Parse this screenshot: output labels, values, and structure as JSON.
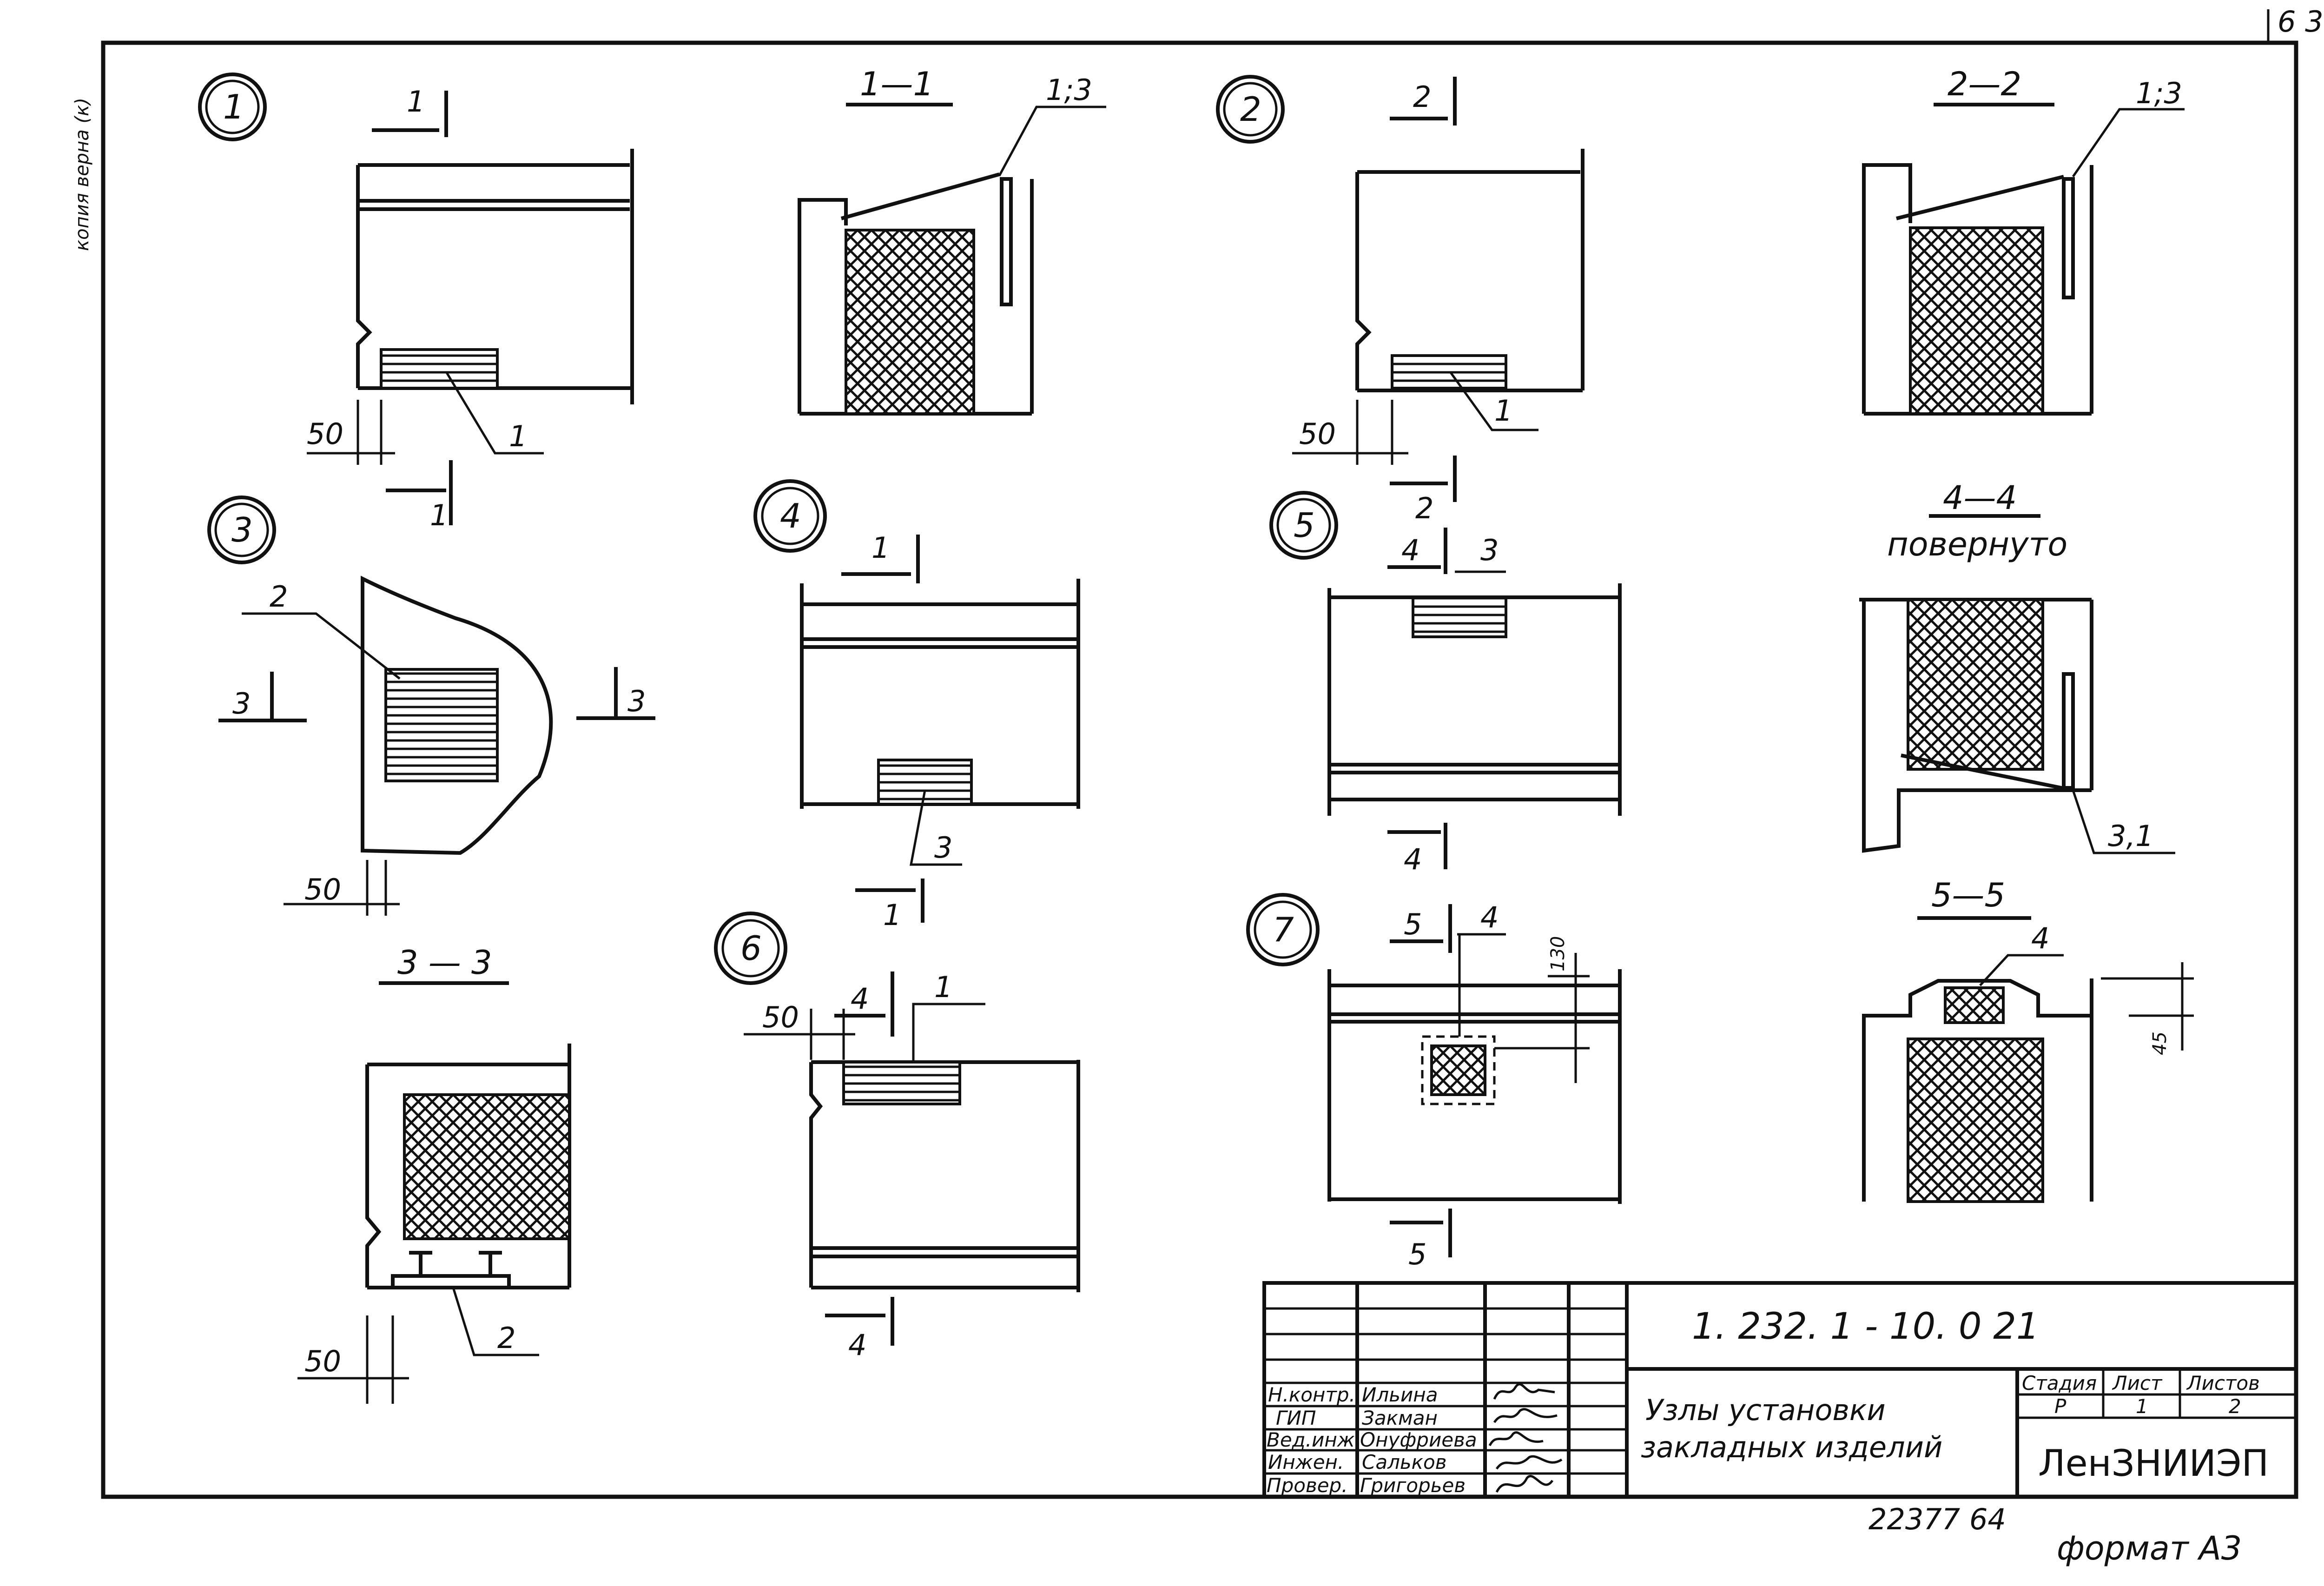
{
  "page": {
    "sheet_corner_number": "6 3",
    "margin_note": "копия верна (к)"
  },
  "details": [
    {
      "id": "1",
      "cut": "1",
      "dim": "50",
      "pos": "1"
    },
    {
      "id": "2",
      "cut": "2",
      "dim": "50",
      "pos": "1"
    },
    {
      "id": "3",
      "cut": "3",
      "dim": "50",
      "pos": "2"
    },
    {
      "id": "4",
      "cut": "1",
      "pos": "3"
    },
    {
      "id": "5",
      "cut": "4",
      "pos": "3"
    },
    {
      "id": "6",
      "cut": "4",
      "dim": "50",
      "pos": "1"
    },
    {
      "id": "7",
      "cut": "5",
      "pos": "4",
      "dim_vertical": "130"
    }
  ],
  "sections": [
    {
      "title": "1—1",
      "ref": "1;3"
    },
    {
      "title": "2—2",
      "ref": "1;3"
    },
    {
      "title": "3 — 3",
      "ref": "2",
      "dim": "50"
    },
    {
      "title": "4—4",
      "subtitle": "повернуто",
      "ref": "3,1"
    },
    {
      "title": "5—5",
      "ref": "4",
      "dim": "45"
    }
  ],
  "title_block": {
    "code": "1. 232. 1 - 10. 0 21",
    "roles": [
      "Н.контр.",
      "ГИП",
      "Вед.инж.",
      "Инжен.",
      "Провер."
    ],
    "names": [
      "Ильина",
      "Закман",
      "Онуфриева",
      "Сальков",
      "Григорьев"
    ],
    "title_line1": "Узлы установки",
    "title_line2": "закладных изделий",
    "stage_label": "Стадия",
    "sheet_label": "Лист",
    "sheets_label": "Листов",
    "stage": "Р",
    "sheet": "1",
    "sheets": "2",
    "organization": "ЛенЗНИИЭП"
  },
  "footer": {
    "inventory": "22377  64",
    "format": "формат А3"
  }
}
